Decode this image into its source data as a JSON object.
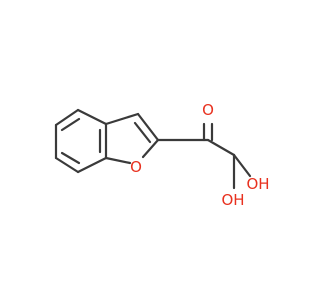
{
  "molecule": {
    "atoms": [
      {
        "id": "O_ring",
        "label": "O"
      },
      {
        "id": "O_keto",
        "label": "O"
      },
      {
        "id": "O_h1",
        "label": "OH"
      },
      {
        "id": "O_h2",
        "label": "OH"
      }
    ]
  },
  "colors": {
    "bond": "#3a3a3a",
    "oxygen": "#e8311f",
    "background": "#ffffff"
  }
}
